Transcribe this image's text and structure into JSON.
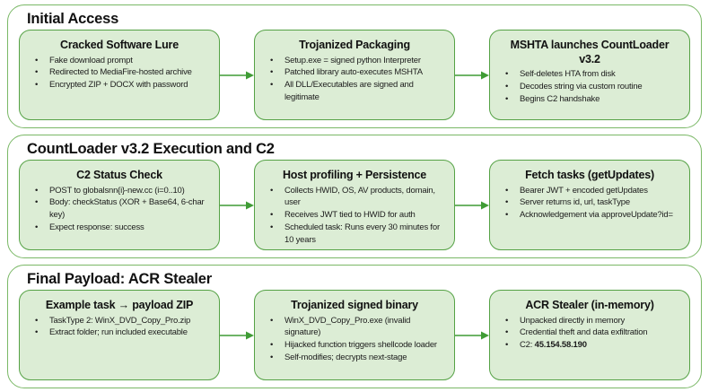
{
  "diagram": {
    "colors": {
      "outer_border": "#7ab866",
      "box_fill": "#dcedd5",
      "box_border": "#55a245",
      "arrow": "#3f9c35"
    },
    "sections": [
      {
        "title": "Initial Access",
        "boxes": [
          {
            "heading": "Cracked Software Lure",
            "bullets": [
              "Fake download prompt",
              "Redirected to MediaFire-hosted archive",
              "Encrypted ZIP + DOCX with password"
            ]
          },
          {
            "heading": "Trojanized Packaging",
            "bullets": [
              "Setup.exe = signed python Interpreter",
              "Patched library auto-executes MSHTA",
              "All DLL/Executables are signed and legitimate"
            ]
          },
          {
            "heading": "MSHTA launches CountLoader v3.2",
            "bullets": [
              "Self-deletes HTA from disk",
              "Decodes string via custom routine",
              "Begins C2 handshake"
            ]
          }
        ]
      },
      {
        "title": "CountLoader v3.2 Execution and C2",
        "boxes": [
          {
            "heading": "C2 Status Check",
            "bullets": [
              "POST to globalsnn{i}-new.cc (i=0..10)",
              "Body: checkStatus (XOR + Base64, 6-char key)",
              "Expect response: success"
            ]
          },
          {
            "heading": "Host profiling + Persistence",
            "bullets": [
              "Collects HWID, OS, AV products, domain, user",
              "Receives JWT tied to HWID for auth",
              "Scheduled task: Runs every 30 minutes for 10 years"
            ]
          },
          {
            "heading": "Fetch tasks (getUpdates)",
            "bullets": [
              "Bearer JWT + encoded getUpdates",
              "Server returns id, url, taskType",
              "Acknowledgement via approveUpdate?id="
            ]
          }
        ]
      },
      {
        "title": "Final Payload: ACR Stealer",
        "boxes": [
          {
            "heading": "Example task → payload ZIP",
            "bullets": [
              "TaskType 2: WinX_DVD_Copy_Pro.zip",
              "Extract folder; run included executable"
            ]
          },
          {
            "heading": "Trojanized signed binary",
            "bullets": [
              "WinX_DVD_Copy_Pro.exe (invalid signature)",
              "Hijacked function triggers shellcode loader",
              "Self-modifies; decrypts next-stage"
            ]
          },
          {
            "heading": "ACR Stealer (in-memory)",
            "bullets": [
              "Unpacked directly in memory",
              "Credential theft and data exfiltration"
            ],
            "c2_bullet": {
              "prefix": "C2: ",
              "ip": "45.154.58.190"
            }
          }
        ]
      }
    ]
  }
}
